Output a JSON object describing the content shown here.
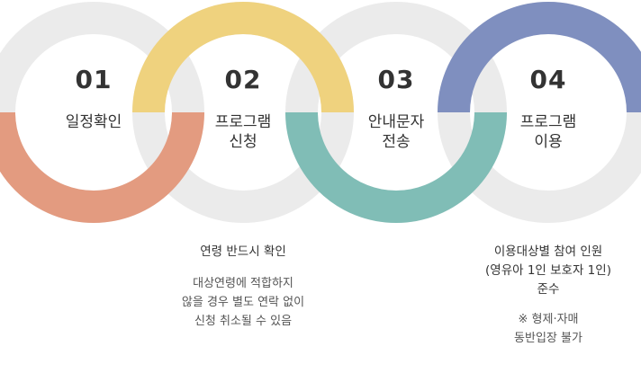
{
  "steps": [
    {
      "number": "01",
      "title_lines": [
        "일정확인"
      ],
      "color": "#E39B80"
    },
    {
      "number": "02",
      "title_lines": [
        "프로그램",
        "신청"
      ],
      "color": "#EFD27E"
    },
    {
      "number": "03",
      "title_lines": [
        "안내문자",
        "전송"
      ],
      "color": "#80BDB6"
    },
    {
      "number": "04",
      "title_lines": [
        "프로그램",
        "이용"
      ],
      "color": "#7F8FBF"
    }
  ],
  "ring_base_color": "#EBEBEB",
  "notes": {
    "step02": {
      "heading_lines": [
        "연령 반드시 확인"
      ],
      "body_lines": [
        "대상연령에 적합하지",
        "않을 경우 별도 연락 없이",
        "신청 취소될 수 있음"
      ]
    },
    "step04": {
      "heading_lines": [
        "이용대상별 참여 인원",
        "(영유아 1인 보호자 1인)",
        "준수"
      ],
      "body_lines": [
        "※ 형제·자매",
        "동반입장 불가"
      ]
    }
  }
}
